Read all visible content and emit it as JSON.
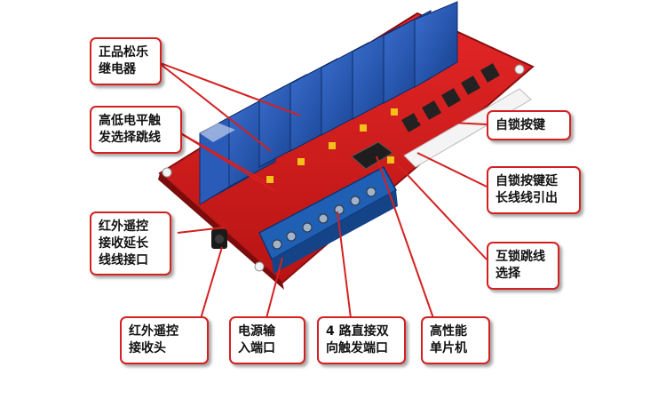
{
  "colors": {
    "board": "#d91d1d",
    "relay_blue": "#1d4fa8",
    "terminal_blue": "#1f5fb4",
    "callout_border": "#d42020",
    "leader_line": "#d42020"
  },
  "callouts": [
    {
      "id": "relay",
      "lines": [
        "正品松乐",
        "继电器"
      ]
    },
    {
      "id": "jumper",
      "lines": [
        "高低电平触",
        "发选择跳线"
      ]
    },
    {
      "id": "ir-port",
      "lines": [
        "红外遥控",
        "接收延长",
        "线线接口"
      ]
    },
    {
      "id": "ir-head",
      "lines": [
        "红外遥控",
        "接收头"
      ]
    },
    {
      "id": "power",
      "lines": [
        "电源输",
        "入端口"
      ]
    },
    {
      "id": "trigger",
      "lines": [
        "4 路直接双",
        "向触发端口"
      ]
    },
    {
      "id": "mcu",
      "lines": [
        "高性能",
        "单片机"
      ]
    },
    {
      "id": "self-lock",
      "lines": [
        "自锁按键"
      ]
    },
    {
      "id": "ext-lead",
      "lines": [
        "自锁按键延",
        "长线线引出"
      ]
    },
    {
      "id": "interlock",
      "lines": [
        "互锁跳线",
        "选择"
      ]
    }
  ]
}
